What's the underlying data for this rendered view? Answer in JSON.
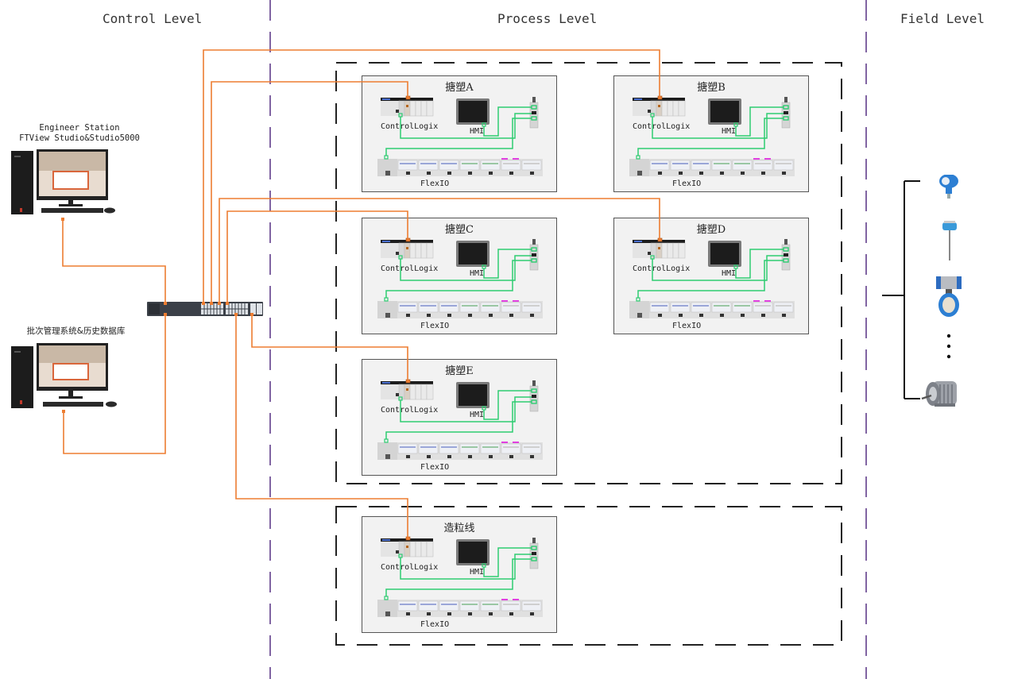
{
  "levels": {
    "control": "Control Level",
    "process": "Process Level",
    "field": "Field Level"
  },
  "stations": [
    {
      "id": "engineer",
      "label_line1": "Engineer Station",
      "label_line2": "FTView Studio&Studio5000"
    },
    {
      "id": "batch",
      "label_line1": "批次管理系统&历史数据库",
      "label_line2": ""
    }
  ],
  "switch": {
    "name": "Ethernet Switch"
  },
  "units": [
    {
      "id": "A",
      "title": "搪塑A",
      "plc": "ControlLogix",
      "hmi": "HMI",
      "io": "FlexIO"
    },
    {
      "id": "B",
      "title": "搪塑B",
      "plc": "ControlLogix",
      "hmi": "HMI",
      "io": "FlexIO"
    },
    {
      "id": "C",
      "title": "搪塑C",
      "plc": "ControlLogix",
      "hmi": "HMI",
      "io": "FlexIO"
    },
    {
      "id": "D",
      "title": "搪塑D",
      "plc": "ControlLogix",
      "hmi": "HMI",
      "io": "FlexIO"
    },
    {
      "id": "E",
      "title": "搪塑E",
      "plc": "ControlLogix",
      "hmi": "HMI",
      "io": "FlexIO"
    },
    {
      "id": "G",
      "title": "造粒线",
      "plc": "ControlLogix",
      "hmi": "HMI",
      "io": "FlexIO"
    }
  ],
  "field_devices": [
    {
      "name": "pressure-transmitter"
    },
    {
      "name": "temperature-sensor"
    },
    {
      "name": "butterfly-valve"
    },
    {
      "name": "ellipsis",
      "text": "⋮"
    },
    {
      "name": "motor"
    }
  ],
  "colors": {
    "ethernet": "#ed7d31",
    "device_net": "#2ecc71",
    "level_divider": "#8064a2",
    "group_border": "#222222",
    "unit_bg": "#f2f2f2"
  }
}
